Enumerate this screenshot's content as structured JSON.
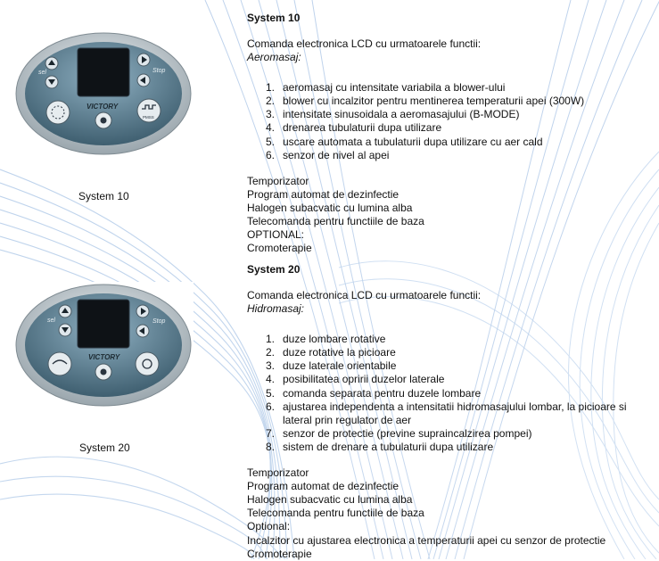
{
  "systems": [
    {
      "title": "System 10",
      "caption": "System 10",
      "intro": "Comanda electronica LCD cu urmatoarele functii:",
      "subtitle": "Aeromasaj:",
      "items": [
        "aeromasaj cu intensitate variabila a blower-ului",
        "blower cu incalzitor pentru mentinerea temperaturii apei (300W)",
        "intensitate sinusoidala a aeromasajului (B-MODE)",
        "drenarea tubulaturii dupa utilizare",
        "uscare automata a tubulaturii dupa utilizare cu aer cald",
        "senzor de nivel al apei"
      ],
      "extras": [
        "Temporizator",
        "Program automat de dezinfectie",
        "Halogen subacvatic cu lumina alba",
        "Telecomanda pentru functiile de baza",
        "OPTIONAL:",
        "Cromoterapie"
      ],
      "panel": {
        "left_label": "sel",
        "right_label": "Stop",
        "brand": "VICTORY",
        "button_label": "PMSS"
      }
    },
    {
      "title": "System 20",
      "caption": "System 20",
      "intro": "Comanda electronica LCD cu urmatoarele functii:",
      "subtitle": "Hidromasaj:",
      "items": [
        "duze lombare rotative",
        "duze rotative la picioare",
        "duze laterale orientabile",
        "posibilitatea opririi duzelor laterale",
        "comanda separata pentru duzele lombare",
        "ajustarea independenta a intensitatii hidromasajului lombar, la picioare si lateral prin regulator de aer",
        "senzor de protectie (previne supraincalzirea pompei)",
        "sistem de drenare a tubulaturii dupa utilizare"
      ],
      "extras": [
        "Temporizator",
        "Program automat de dezinfectie",
        "Halogen subacvatic cu lumina alba",
        "Telecomanda pentru functiile de baza",
        "Optional:",
        "Incalzitor cu ajustarea electronica a temperaturii apei cu senzor de protectie",
        "Cromoterapie"
      ],
      "panel": {
        "left_label": "sel",
        "right_label": "Stop",
        "brand": "VICTORY",
        "button_label": ""
      }
    }
  ],
  "colors": {
    "background_lines": "#8fb3df",
    "panel_body": "#5d7e90",
    "panel_bezel": "#d9e0e4",
    "lcd": "#0e1216"
  }
}
